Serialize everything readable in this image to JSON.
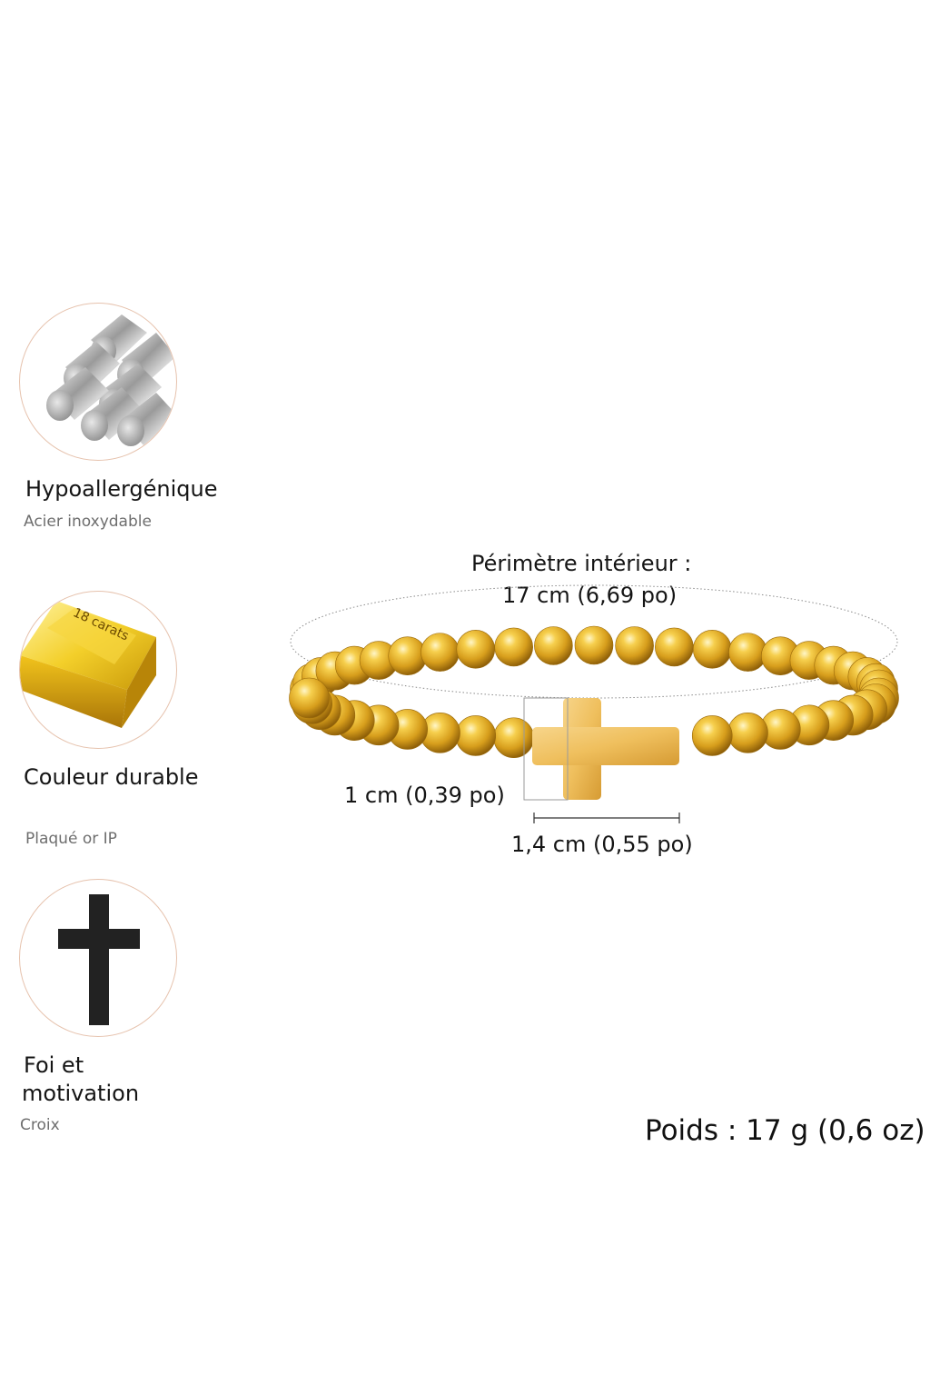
{
  "features": [
    {
      "title": "Hypoallergénique",
      "subtitle": "Acier inoxydable",
      "icon": "steel-rods-icon"
    },
    {
      "title": "Couleur durable",
      "subtitle": "Plaqué or IP",
      "icon": "gold-bar-icon",
      "icon_text": "18 carats"
    },
    {
      "title_line1": "Foi et",
      "title_line2": "motivation",
      "subtitle": "Croix",
      "icon": "cross-icon"
    }
  ],
  "dimensions": {
    "perimeter_line1": "Périmètre intérieur :",
    "perimeter_line2": "17 cm (6,69 po)",
    "height": "1 cm (0,39 po)",
    "width": "1,4 cm (0,55 po)"
  },
  "weight": "Poids : 17 g (0,6 oz)",
  "colors": {
    "gold": "#e9b42b",
    "gold_dark": "#b9800f",
    "circle_border": "#e6c2ad",
    "cross": "#222222"
  }
}
